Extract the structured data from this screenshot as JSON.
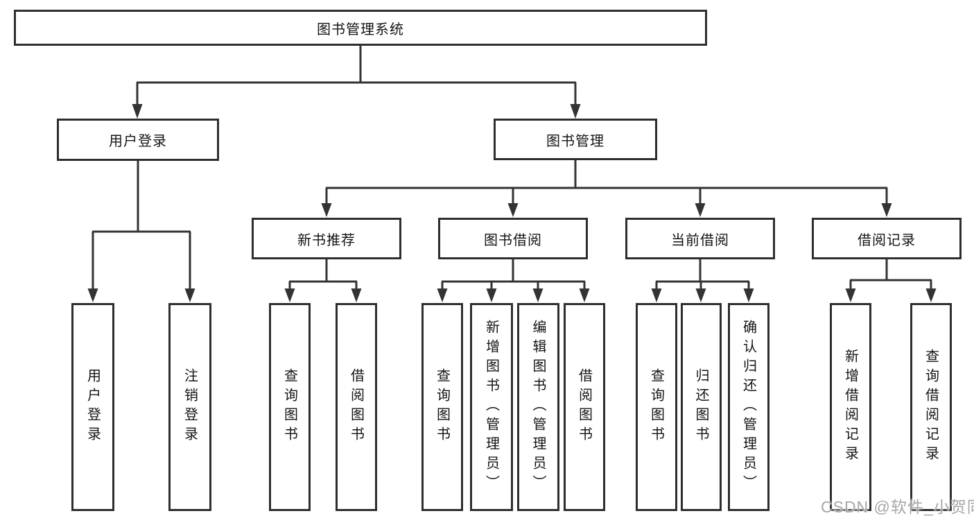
{
  "diagram": {
    "type": "hierarchy-tree",
    "root": {
      "label": "图书管理系统"
    },
    "level2": [
      {
        "label": "用户登录"
      },
      {
        "label": "图书管理"
      }
    ],
    "level3": [
      {
        "label": "新书推荐",
        "parent": "图书管理"
      },
      {
        "label": "图书借阅",
        "parent": "图书管理"
      },
      {
        "label": "当前借阅",
        "parent": "图书管理"
      },
      {
        "label": "借阅记录",
        "parent": "图书管理"
      }
    ],
    "leaves": [
      {
        "label": "用户登录",
        "parent": "用户登录"
      },
      {
        "label": "注销登录",
        "parent": "用户登录"
      },
      {
        "label": "查询图书",
        "parent": "新书推荐"
      },
      {
        "label": "借阅图书",
        "parent": "新书推荐"
      },
      {
        "label": "查询图书",
        "parent": "图书借阅"
      },
      {
        "label": "新增图书（管理员）",
        "parent": "图书借阅"
      },
      {
        "label": "编辑图书（管理员）",
        "parent": "图书借阅"
      },
      {
        "label": "借阅图书",
        "parent": "图书借阅"
      },
      {
        "label": "查询图书",
        "parent": "当前借阅"
      },
      {
        "label": "归还图书",
        "parent": "当前借阅"
      },
      {
        "label": "确认归还（管理员）",
        "parent": "当前借阅"
      },
      {
        "label": "新增借阅记录",
        "parent": "借阅记录"
      },
      {
        "label": "查询借阅记录",
        "parent": "借阅记录"
      }
    ],
    "colors": {
      "line": "#333333",
      "box_border": "#2e2e2e",
      "text": "#141414",
      "background": "#ffffff",
      "watermark": "#a6a6a6"
    }
  },
  "watermark": {
    "text": "CSDN @软件_小贺同学"
  }
}
